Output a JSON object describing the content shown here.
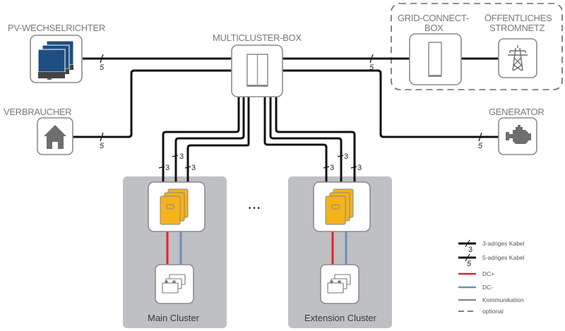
{
  "labels": {
    "pv": "PV-WECHSELRICHTER",
    "multicluster": "MULTICLUSTER-BOX",
    "grid_connect_1": "GRID-CONNECT-",
    "grid_connect_2": "BOX",
    "public_grid_1": "ÖFFENTLICHES",
    "public_grid_2": "STROMNETZ",
    "consumer": "VERBRAUCHER",
    "generator": "GENERATOR",
    "main_cluster": "Main Cluster",
    "extension_cluster": "Extension Cluster",
    "ellipsis": "• • •"
  },
  "cable_counts": {
    "pv": "5",
    "consumer": "5",
    "grid": "5",
    "generator": "5",
    "main_left": "3",
    "main_mid": "3",
    "main_right": "3",
    "ext_left": "3",
    "ext_mid": "3",
    "ext_right": "3"
  },
  "icons": {
    "pv": "pv-inverter-icon",
    "multicluster": "multicluster-box-icon",
    "grid_connect": "grid-connect-box-icon",
    "public_grid": "power-pylon-icon",
    "consumer": "house-icon",
    "generator": "engine-icon",
    "inverter": "sunny-island-inverter-icon",
    "battery": "battery-icon"
  },
  "legend": [
    {
      "key": "3-core",
      "label": "3-adriges Kabel",
      "count": "3"
    },
    {
      "key": "5-core",
      "label": "5-adriges Kabel",
      "count": "5"
    },
    {
      "key": "dc-plus",
      "label": "DC+",
      "color": "#e8202a"
    },
    {
      "key": "dc-minus",
      "label": "DC-",
      "color": "#6a8fbf"
    },
    {
      "key": "communication",
      "label": "Kommunikation",
      "color": "#8c8c8c"
    },
    {
      "key": "optional",
      "label": "optional",
      "color": "#555555"
    }
  ],
  "colors": {
    "cluster_bg": "#bfc0c3",
    "pv_blue": "#1f4f82",
    "inverter_yellow": "#f5b21a",
    "icon_gray": "#6e6e6e",
    "dc_plus": "#e8202a",
    "dc_minus": "#6a8fbf"
  }
}
